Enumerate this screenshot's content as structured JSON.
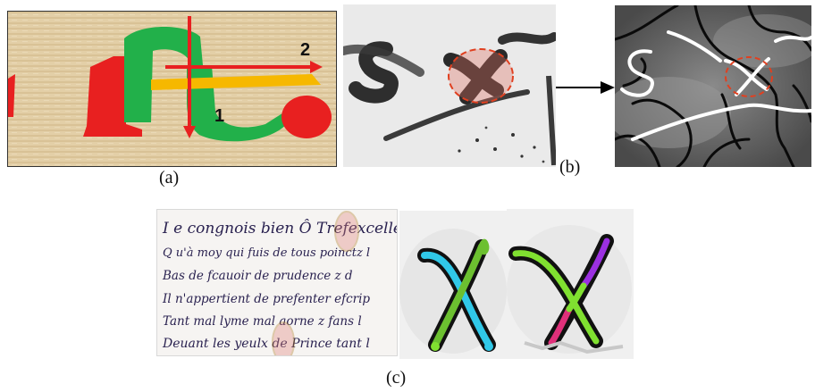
{
  "figure": {
    "panel_a": {
      "caption": "(a)",
      "arrow_vertical_label": "1",
      "arrow_horizontal_label": "2"
    },
    "panel_b": {
      "caption": "(b)"
    },
    "panel_c": {
      "caption": "(c)",
      "manuscript_lines": [
        "I e congnois bien Ô Trefexcellen",
        "Q u'à moy qui fuis de tous poinctz l",
        "Bas de fcauoir de prudence z d",
        "Il n'appertient de prefenter efcrip",
        "Tant mal lyme mal aorne z fans l",
        "Deuant les yeulx de Prince tant l"
      ]
    },
    "colors": {
      "red": "#e82020",
      "green": "#22b04a",
      "orange": "#f6b800",
      "highlight_ellipse": "#e04020",
      "cyan_stroke": "#30c8e8",
      "lime_stroke": "#80e030",
      "purple_stroke": "#9b30e0",
      "pink_stroke": "#e0307a"
    }
  }
}
